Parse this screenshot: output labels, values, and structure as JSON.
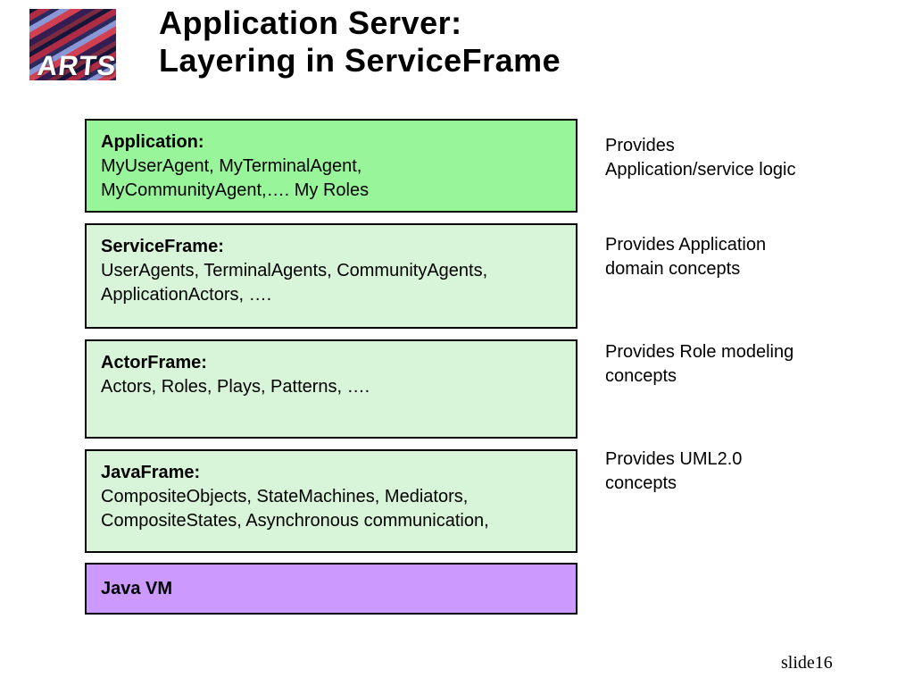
{
  "slide": {
    "title": "Application Server:\nLayering in ServiceFrame",
    "logo_text": "ARTS",
    "slide_number": "slide16"
  },
  "boxes": [
    {
      "heading": "Application:",
      "body": "MyUserAgent, MyTerminalAgent,\nMyCommunityAgent,…. My Roles",
      "color": "#99f599"
    },
    {
      "heading": "ServiceFrame:",
      "body": "UserAgents, TerminalAgents, CommunityAgents,\nApplicationActors, ….",
      "color": "#d9f5d9"
    },
    {
      "heading": "ActorFrame:",
      "body": "Actors, Roles, Plays, Patterns, ….",
      "color": "#d9f5d9"
    },
    {
      "heading": "JavaFrame:",
      "body": "CompositeObjects, StateMachines, Mediators,\nCompositeStates, Asynchronous communication,",
      "color": "#d9f5d9"
    },
    {
      "heading": "Java VM",
      "body": "",
      "color": "#cc99ff"
    }
  ],
  "annotations": [
    {
      "text": "Provides\nApplication/service logic"
    },
    {
      "text": "Provides Application\ndomain concepts"
    },
    {
      "text": "Provides Role modeling\nconcepts"
    },
    {
      "text": "Provides UML2.0\nconcepts"
    }
  ],
  "colors": {
    "background": "#ffffff",
    "box_border": "#000000",
    "top_layer_green": "#99f599",
    "mid_layer_green": "#d9f5d9",
    "vm_layer_purple": "#cc99ff"
  }
}
